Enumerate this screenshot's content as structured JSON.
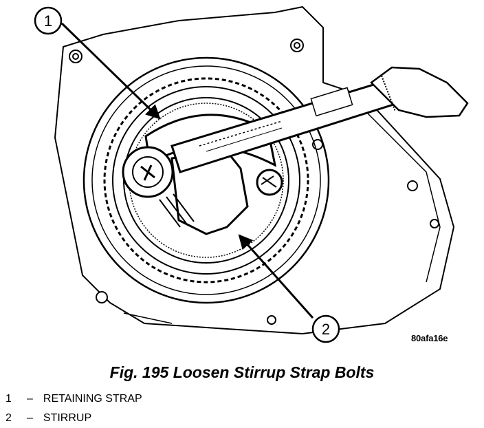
{
  "figure": {
    "code": "80afa16e",
    "callouts": [
      {
        "number": "1"
      },
      {
        "number": "2"
      }
    ]
  },
  "caption": "Fig. 195 Loosen Stirrup Strap Bolts",
  "legend": [
    {
      "number": "1",
      "separator": "–",
      "label": "RETAINING STRAP"
    },
    {
      "number": "2",
      "separator": "–",
      "label": "STIRRUP"
    }
  ]
}
